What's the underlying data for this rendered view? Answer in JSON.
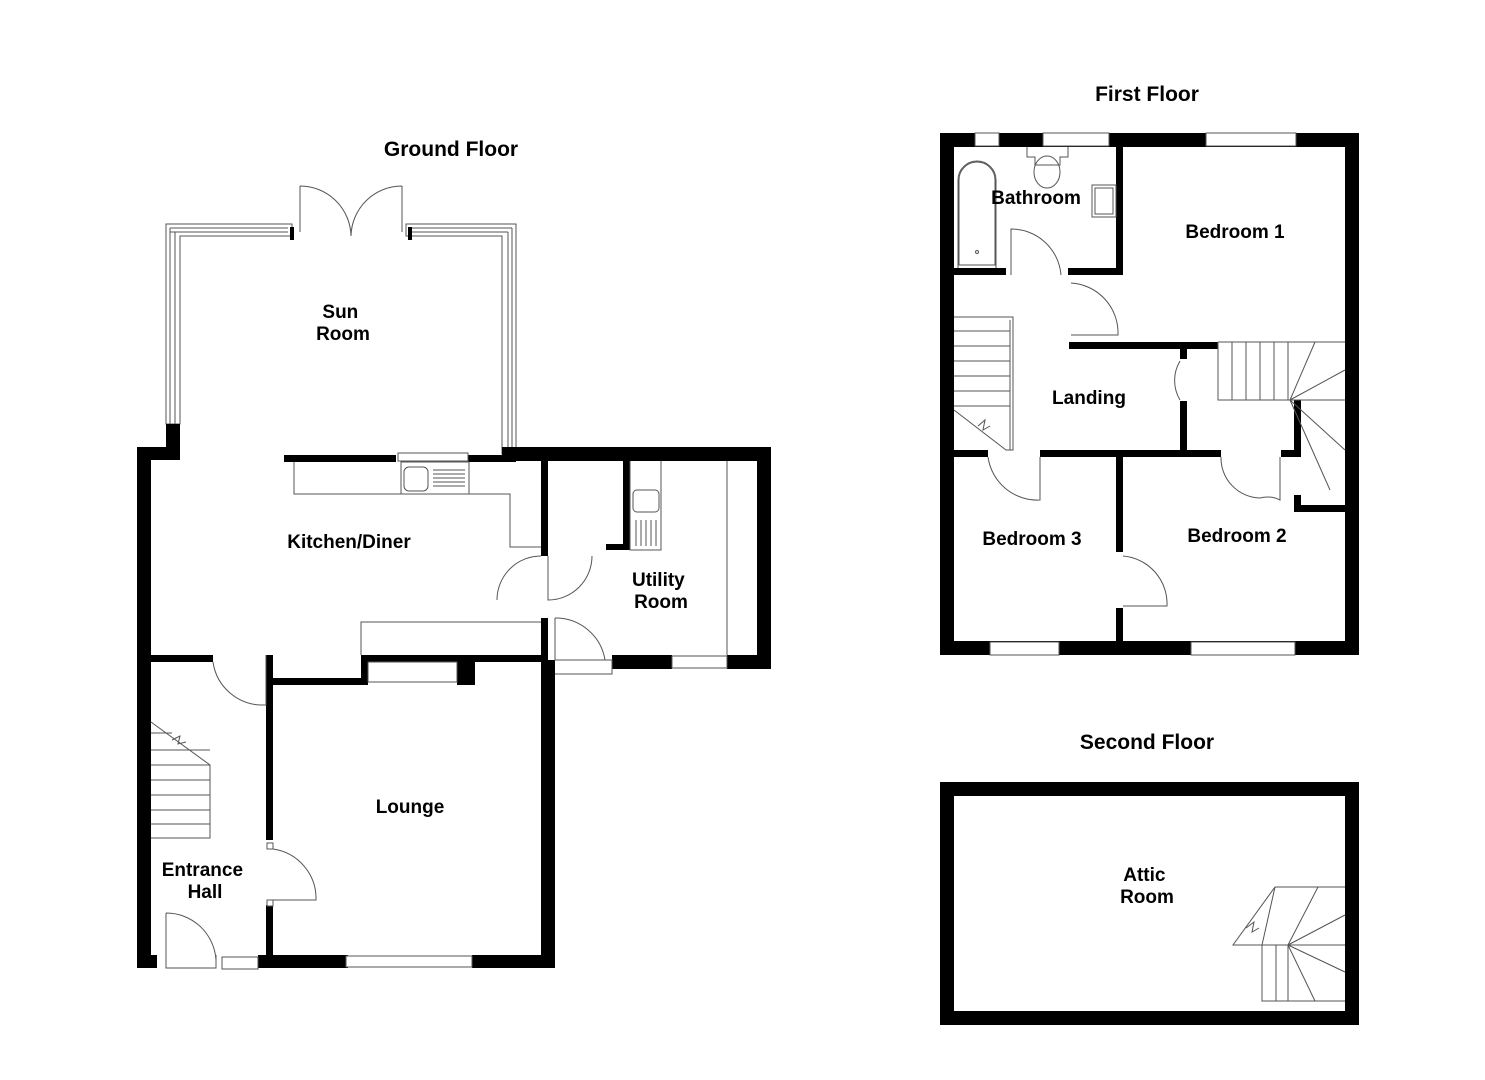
{
  "floors": {
    "ground": {
      "title": "Ground Floor",
      "rooms": {
        "sun_room": [
          "Sun",
          "Room"
        ],
        "kitchen_diner": "Kitchen/Diner",
        "utility_room": [
          "Utility",
          "Room"
        ],
        "lounge": "Lounge",
        "entrance_hall": [
          "Entrance",
          "Hall"
        ]
      }
    },
    "first": {
      "title": "First Floor",
      "rooms": {
        "bathroom": "Bathroom",
        "bedroom_1": "Bedroom 1",
        "landing": "Landing",
        "bedroom_3": "Bedroom 3",
        "bedroom_2": "Bedroom 2"
      }
    },
    "second": {
      "title": "Second Floor",
      "rooms": {
        "attic_room": [
          "Attic",
          "Room"
        ]
      }
    }
  },
  "colors": {
    "wall": "#000000",
    "fixture_line": "#555555",
    "background": "#ffffff"
  }
}
